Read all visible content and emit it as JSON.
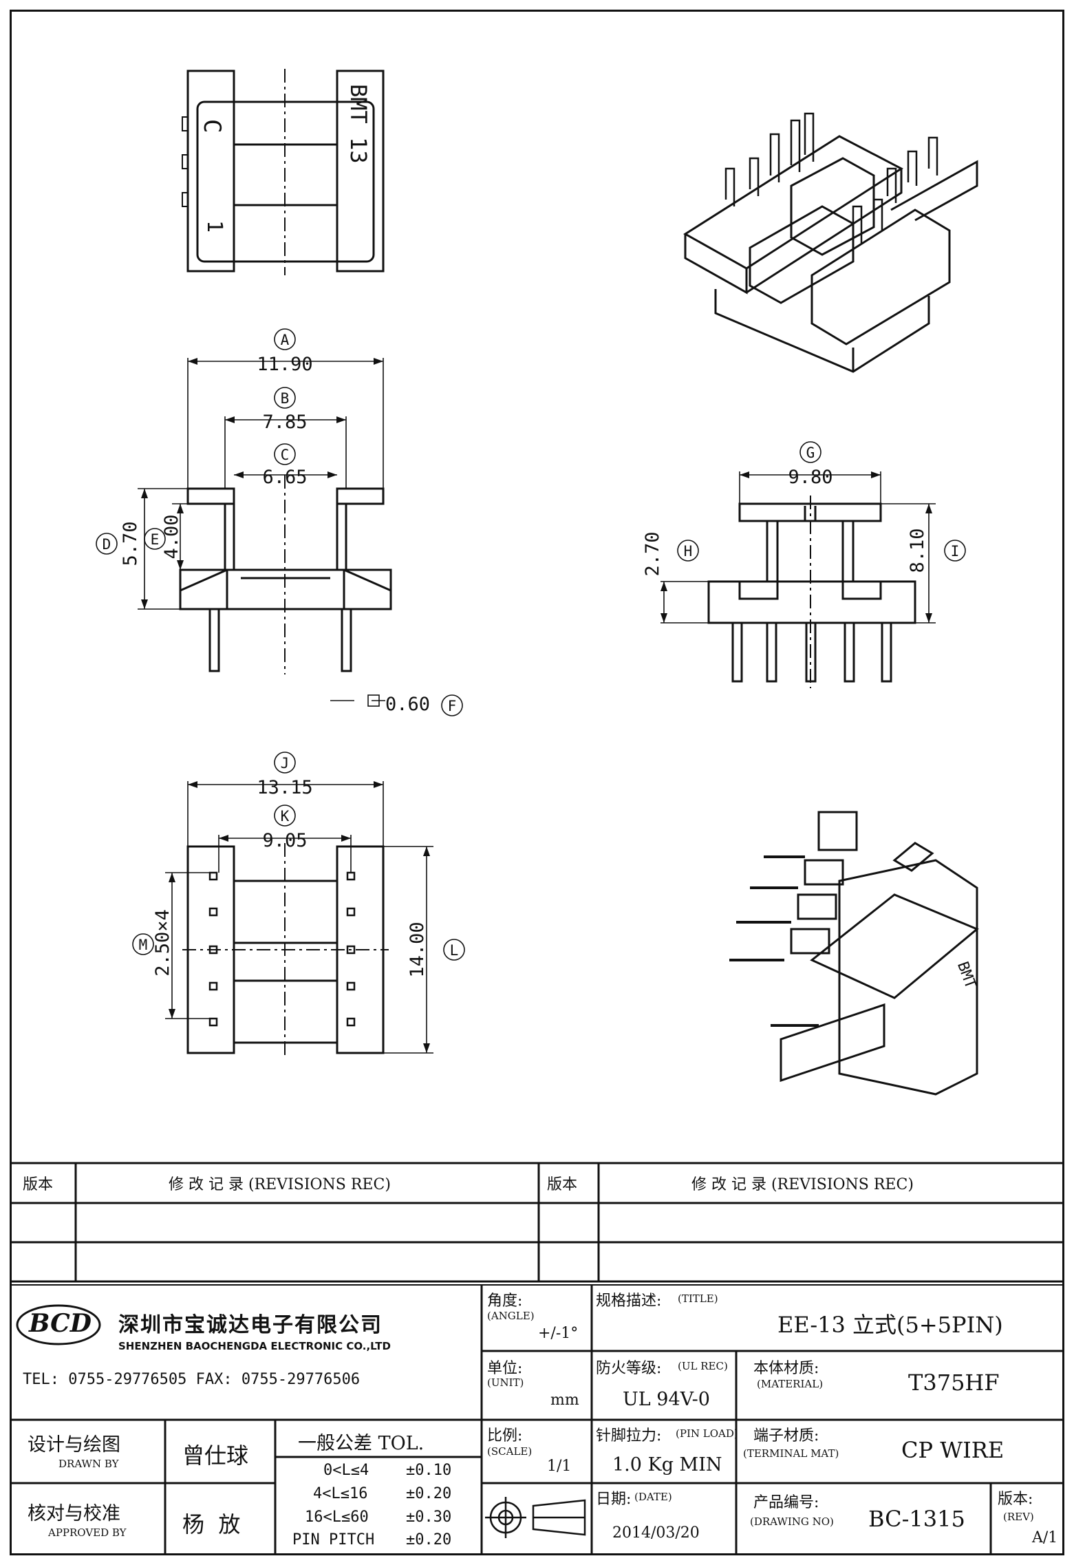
{
  "drawing": {
    "top_view": {
      "text_c": "C",
      "text_1": "1",
      "text_model": "BMT 13"
    },
    "front_view": {
      "dims": [
        {
          "letter": "A",
          "value": "11.90"
        },
        {
          "letter": "B",
          "value": "7.85"
        },
        {
          "letter": "C",
          "value": "6.65"
        },
        {
          "letter": "D",
          "value": "5.70"
        },
        {
          "letter": "E",
          "value": "4.00"
        },
        {
          "letter": "F",
          "value": "0.60"
        }
      ]
    },
    "side_view": {
      "dims": [
        {
          "letter": "G",
          "value": "9.80"
        },
        {
          "letter": "H",
          "value": "2.70"
        },
        {
          "letter": "I",
          "value": "8.10"
        }
      ]
    },
    "bottom_view": {
      "dims": [
        {
          "letter": "J",
          "value": "13.15"
        },
        {
          "letter": "K",
          "value": "9.05"
        },
        {
          "letter": "L",
          "value": "14.00"
        },
        {
          "letter": "M",
          "value": "2.50×4"
        }
      ]
    },
    "iso_marking": "BMT"
  },
  "revisions": {
    "col1_header": "版本",
    "col2_header": "修 改 记 录 (REVISIONS REC)",
    "col3_header": "版本",
    "col4_header": "修 改 记 录 (REVISIONS REC)"
  },
  "company": {
    "logo": "BCD",
    "name_cn": "深圳市宝诚达电子有限公司",
    "name_en": "SHENZHEN BAOCHENGDA ELECTRONIC CO.,LTD",
    "tel_fax": "TEL: 0755-29776505  FAX: 0755-29776506"
  },
  "title_block": {
    "angle_label": "角度:",
    "angle_label_en": "(ANGLE)",
    "angle_value": "+/-1°",
    "title_label": "规格描述:",
    "title_label_en": "(TITLE)",
    "title_value": "EE-13 立式(5+5PIN)",
    "unit_label": "单位:",
    "unit_label_en": "(UNIT)",
    "unit_value": "mm",
    "ul_label": "防火等级:",
    "ul_label_en": "(UL REC)",
    "ul_value": "UL 94V-0",
    "material_label": "本体材质:",
    "material_label_en": "(MATERIAL)",
    "material_value": "T375HF",
    "designer_label": "设计与绘图",
    "designer_label_en": "DRAWN BY",
    "designer_name": "曾仕球",
    "tol_title": "一般公差 TOL.",
    "tol_rows": [
      {
        "range": "0<L≤4",
        "value": "±0.10"
      },
      {
        "range": "4<L≤16",
        "value": "±0.20"
      },
      {
        "range": "16<L≤60",
        "value": "±0.30"
      },
      {
        "range": "PIN PITCH",
        "value": "±0.20"
      }
    ],
    "scale_label": "比例:",
    "scale_label_en": "(SCALE)",
    "scale_value": "1/1",
    "pin_load_label": "针脚拉力:",
    "pin_load_label_en": "(PIN LOAD)",
    "pin_load_value": "1.0 Kg MIN",
    "terminal_label": "端子材质:",
    "terminal_label_en": "(TERMINAL MAT)",
    "terminal_value": "CP WIRE",
    "approver_label": "核对与校准",
    "approver_label_en": "APPROVED BY",
    "approver_name": "杨  放",
    "date_label": "日期:",
    "date_label_en": "(DATE)",
    "date_value": "2014/03/20",
    "drawing_no_label": "产品编号:",
    "drawing_no_label_en": "(DRAWING NO)",
    "drawing_no_value": "BC-1315",
    "rev_label": "版本:",
    "rev_label_en": "(REV)",
    "rev_value": "A/1"
  }
}
